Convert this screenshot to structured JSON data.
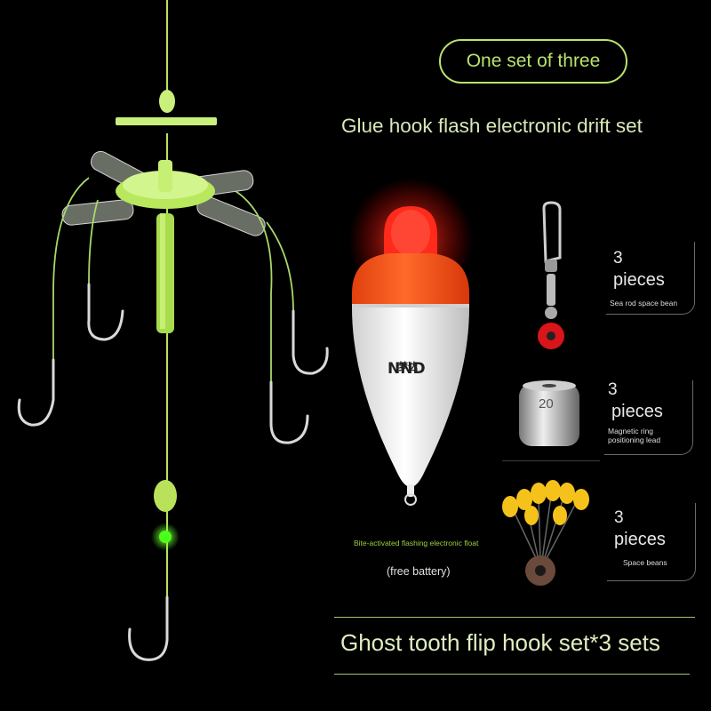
{
  "badge": "One set of three",
  "headline": "Glue hook flash electronic drift set",
  "float_brand": "梦达",
  "float_caption": "Bite-activated flashing electronic float",
  "float_battery": "(free battery)",
  "lead_number": "20",
  "items": [
    {
      "qty": "3",
      "unit": "pieces",
      "desc": "Sea rod space bean"
    },
    {
      "qty": "3",
      "unit": "pieces",
      "desc": "Magnetic ring positioning lead"
    },
    {
      "qty": "3",
      "unit": "pieces",
      "desc": "Space beans"
    }
  ],
  "bottom_title": "Ghost tooth flip hook set*3 sets",
  "colors": {
    "background": "#000000",
    "accent_green": "#b9e36a",
    "float_red": "#ff2a1a",
    "float_orange": "#ff5a1a"
  }
}
